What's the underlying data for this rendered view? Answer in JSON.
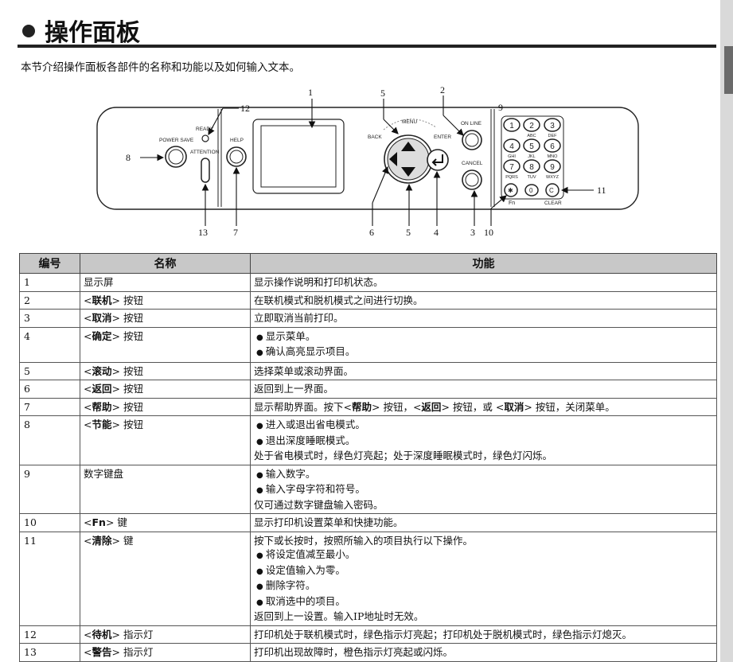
{
  "header": {
    "title": "操作面板"
  },
  "intro": "本节介绍操作面板各部件的名称和功能以及如何输入文本。",
  "diagram": {
    "buttons": {
      "power_save": "POWER SAVE",
      "ready": "READY",
      "attention": "ATTENTION",
      "help": "HELP",
      "menu": "MENU",
      "back": "BACK",
      "enter": "ENTER",
      "on_line": "ON LINE",
      "cancel": "CANCEL",
      "fn": "Fn",
      "clear": "CLEAR",
      "clear_key": "C",
      "fn_key": "✱"
    },
    "keypad": [
      {
        "num": "1",
        "sub": ""
      },
      {
        "num": "2",
        "sub": "ABC"
      },
      {
        "num": "3",
        "sub": "DEF"
      },
      {
        "num": "4",
        "sub": "GHI"
      },
      {
        "num": "5",
        "sub": "JKL"
      },
      {
        "num": "6",
        "sub": "MNO"
      },
      {
        "num": "7",
        "sub": "PQRS"
      },
      {
        "num": "8",
        "sub": "TUV"
      },
      {
        "num": "9",
        "sub": "WXYZ"
      },
      {
        "num": "0",
        "sub": ""
      }
    ],
    "callouts": [
      "1",
      "2",
      "3",
      "4",
      "5",
      "5",
      "6",
      "7",
      "8",
      "9",
      "10",
      "11",
      "12",
      "13"
    ]
  },
  "table": {
    "headers": [
      "编号",
      "名称",
      "功能"
    ],
    "rows": [
      {
        "num": "1",
        "name_pre": "",
        "name_kw": "",
        "name_post": "显示屏",
        "lines": [
          "显示操作说明和打印机状态。"
        ]
      },
      {
        "num": "2",
        "name_pre": "<",
        "name_kw": "联机",
        "name_post": "> 按钮",
        "lines": [
          "在联机模式和脱机模式之间进行切换。"
        ]
      },
      {
        "num": "3",
        "name_pre": "<",
        "name_kw": "取消",
        "name_post": "> 按钮",
        "lines": [
          "立即取消当前打印。"
        ]
      },
      {
        "num": "4",
        "name_pre": "<",
        "name_kw": "确定",
        "name_post": "> 按钮",
        "bullets": [
          "显示菜单。",
          "确认高亮显示项目。"
        ]
      },
      {
        "num": "5",
        "name_pre": "<",
        "name_kw": "滚动",
        "name_post": "> 按钮",
        "lines": [
          "选择菜单或滚动界面。"
        ]
      },
      {
        "num": "6",
        "name_pre": "<",
        "name_kw": "返回",
        "name_post": "> 按钮",
        "lines": [
          "返回到上一界面。"
        ]
      },
      {
        "num": "7",
        "name_pre": "<",
        "name_kw": "帮助",
        "name_post": "> 按钮",
        "help_text": {
          "a": "显示帮助界面。按下<",
          "b": "帮助",
          "c": "> 按钮，<",
          "d": "返回",
          "e": "> 按钮，或 <",
          "f": "取消",
          "g": "> 按钮，关闭菜单。"
        }
      },
      {
        "num": "8",
        "name_pre": "<",
        "name_kw": "节能",
        "name_post": "> 按钮",
        "bullets": [
          "进入或退出省电模式。",
          "退出深度睡眠模式。"
        ],
        "tail": "处于省电模式时，绿色灯亮起；处于深度睡眠模式时，绿色灯闪烁。"
      },
      {
        "num": "9",
        "name_pre": "",
        "name_kw": "",
        "name_post": "数字键盘",
        "bullets": [
          "输入数字。",
          "输入字母字符和符号。"
        ],
        "tail": "仅可通过数字键盘输入密码。"
      },
      {
        "num": "10",
        "name_pre": "<",
        "name_kw": "Fn",
        "name_post": "> 键",
        "lines": [
          "显示打印机设置菜单和快捷功能。"
        ]
      },
      {
        "num": "11",
        "name_pre": "<",
        "name_kw": "清除",
        "name_post": "> 键",
        "head": "按下或长按时，按照所输入的项目执行以下操作。",
        "bullets": [
          "将设定值减至最小。",
          "设定值输入为零。",
          "删除字符。",
          "取消选中的项目。"
        ],
        "tail": "返回到上一设置。输入IP地址时无效。"
      },
      {
        "num": "12",
        "name_pre": "<",
        "name_kw": "待机",
        "name_post": "> 指示灯",
        "lines": [
          "打印机处于联机模式时，绿色指示灯亮起；打印机处于脱机模式时，绿色指示灯熄灭。"
        ]
      },
      {
        "num": "13",
        "name_pre": "<",
        "name_kw": "警告",
        "name_post": "> 指示灯",
        "lines": [
          "打印机出现故障时，橙色指示灯亮起或闪烁。"
        ]
      }
    ]
  }
}
